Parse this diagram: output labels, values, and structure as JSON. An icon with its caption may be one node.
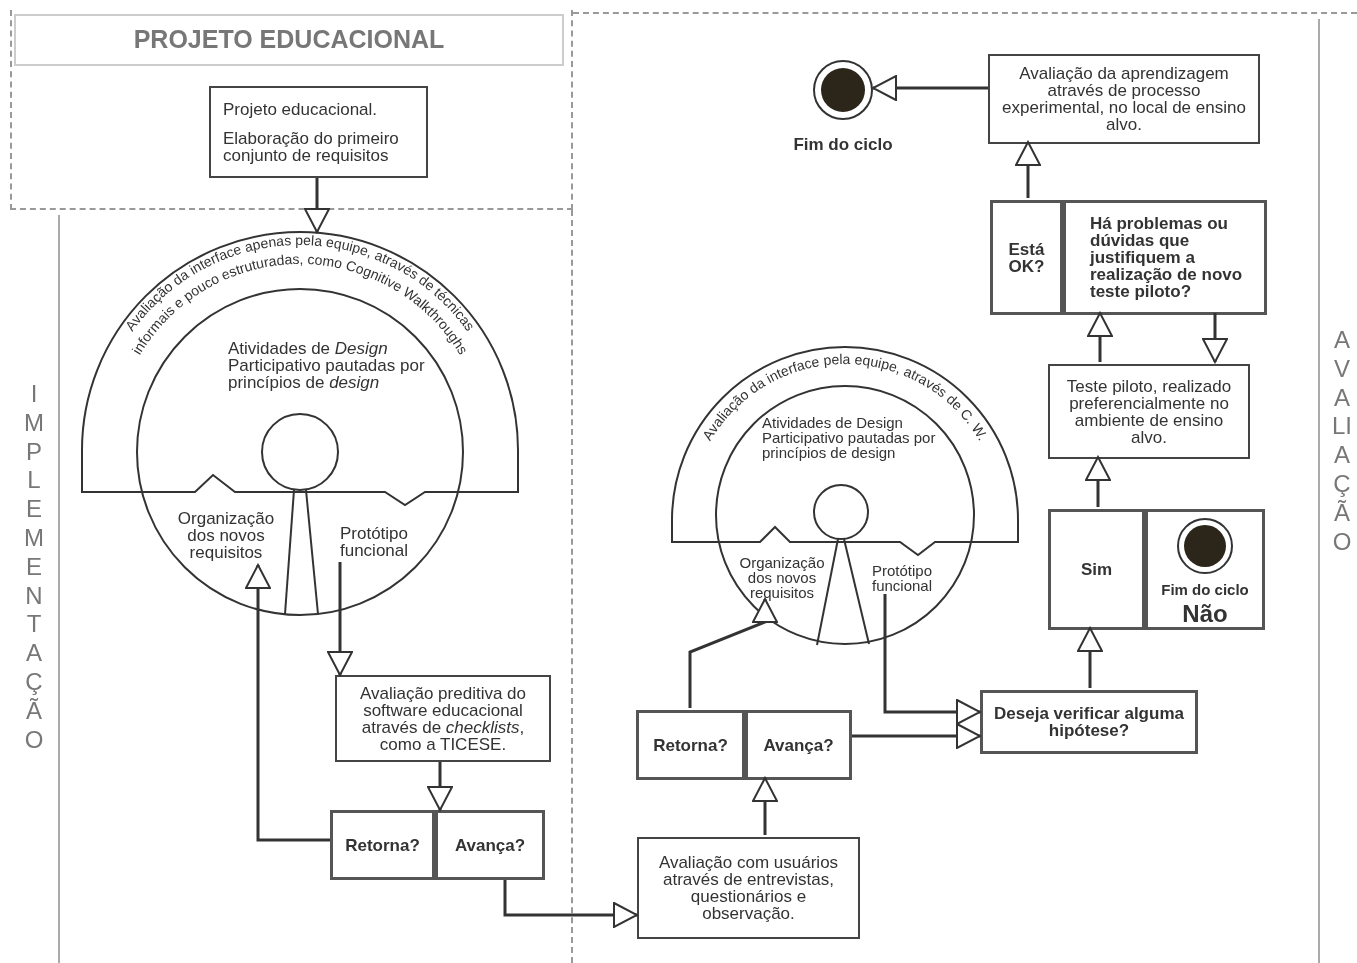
{
  "diagram": {
    "nodes": [
      {
        "text": [
          "PROJETO EDUCACIONAL"
        ]
      },
      {
        "text": [
          "Projeto educacional.",
          "Elaboração do primeiro conjunto de requisitos"
        ],
        "in": 0
      },
      {
        "text": [
          "IMPLEMENTAÇÃO"
        ]
      },
      {
        "text": [
          "Avaliação da interface apenas pela equipe, através de técnicas informais e pouco estruturadas, como Cognitive Walkthroughs"
        ],
        "in": 2
      },
      {
        "text": [
          "Atividades de *Design* Participativo pautadas por princípios de *design*"
        ],
        "in": 2
      },
      {
        "text": [
          "Organização dos novos requisitos"
        ],
        "in": 4
      },
      {
        "text": [
          "Protótipo funcional"
        ],
        "in": 4
      },
      {
        "text": [
          "Avaliação preditiva do software educacional através de *checklists*, como a TICESE."
        ],
        "in": 2
      },
      {
        "text": [
          "Retorna?"
        ],
        "in": 2
      },
      {
        "text": [
          "Avança?"
        ],
        "in": 2
      },
      {
        "text": [
          "AVALIAÇÃO"
        ]
      },
      {
        "text": [
          "Avaliação com usuários através de entrevistas, questionários e observação."
        ],
        "in": 10
      },
      {
        "text": [
          "Retorna?"
        ],
        "in": 10
      },
      {
        "text": [
          "Avança?"
        ],
        "in": 10
      },
      {
        "text": [
          "Avaliação da interface pela equipe, através de C. W."
        ],
        "in": 10
      },
      {
        "text": [
          "Atividades de Design Participativo pautadas por princípios de design"
        ],
        "in": 10
      },
      {
        "text": [
          "Organização dos novos requisitos"
        ],
        "in": 15
      },
      {
        "text": [
          "Protótipo funcional"
        ],
        "in": 15
      },
      {
        "text": [
          "Deseja verificar alguma hipótese?"
        ],
        "in": 10
      },
      {
        "text": [
          "Sim"
        ],
        "in": 10
      },
      {
        "text": [
          "Fim do ciclo",
          "Não"
        ],
        "in": 10
      },
      {
        "text": [
          "Teste piloto, realizado preferencialmente no ambiente de ensino alvo."
        ],
        "in": 10
      },
      {
        "text": [
          "Está OK?"
        ],
        "in": 10
      },
      {
        "text": [
          "Há problemas ou dúvidas que justifiquem a realização de novo teste piloto?"
        ],
        "in": 10
      },
      {
        "text": [
          "Avaliação da aprendizagem através de processo experimental, no local de ensino alvo."
        ],
        "in": 10
      },
      {
        "text": [],
        "shape": "circle",
        "beside": [
          "Fim do ciclo"
        ],
        "in": 10
      }
    ],
    "edges": [
      {
        "from": 1,
        "to": 3,
        "arrow": "to"
      },
      {
        "from": 6,
        "to": 7,
        "arrow": "to"
      },
      {
        "from": 7,
        "to": 9,
        "arrow": "to"
      },
      {
        "from": 8,
        "to": 5,
        "arrow": "to"
      },
      {
        "from": 9,
        "to": 11,
        "arrow": "to"
      },
      {
        "from": 11,
        "to": 13,
        "arrow": "to"
      },
      {
        "from": 12,
        "to": 16,
        "arrow": "to"
      },
      {
        "from": 17,
        "to": 18,
        "arrow": "to"
      },
      {
        "from": 13,
        "to": 18,
        "arrow": "to"
      },
      {
        "from": 18,
        "to": 19,
        "arrow": "to"
      },
      {
        "from": 19,
        "to": 21,
        "arrow": "to"
      },
      {
        "from": 21,
        "to": 23,
        "arrow": "to"
      },
      {
        "from": 23,
        "to": 21,
        "arrow": "to"
      },
      {
        "from": 22,
        "to": 24,
        "arrow": "to"
      },
      {
        "from": 24,
        "to": 25,
        "arrow": "to"
      }
    ]
  }
}
